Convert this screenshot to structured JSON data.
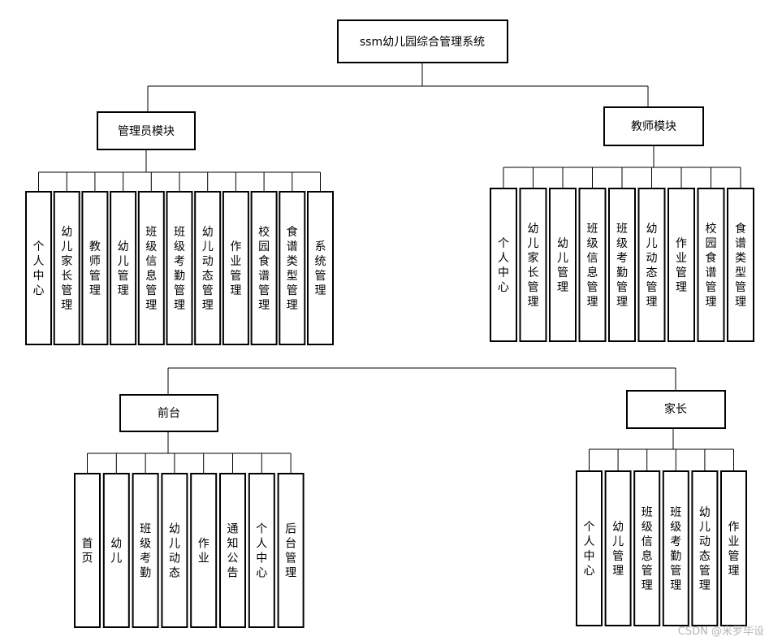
{
  "root": {
    "label": "ssm幼儿园综合管理系统"
  },
  "modules": {
    "admin": {
      "label": "管理员模块",
      "items": [
        "个人中心",
        "幼儿家长管理",
        "教师管理",
        "幼儿管理",
        "班级信息管理",
        "班级考勤管理",
        "幼儿动态管理",
        "作业管理",
        "校园食谱管理",
        "食谱类型管理",
        "系统管理"
      ]
    },
    "teacher": {
      "label": "教师模块",
      "items": [
        "个人中心",
        "幼儿家长管理",
        "幼儿管理",
        "班级信息管理",
        "班级考勤管理",
        "幼儿动态管理",
        "作业管理",
        "校园食谱管理",
        "食谱类型管理"
      ]
    },
    "frontend": {
      "label": "前台",
      "items": [
        "首页",
        "幼儿",
        "班级考勤",
        "幼儿动态",
        "作业",
        "通知公告",
        "个人中心",
        "后台管理"
      ]
    },
    "parent": {
      "label": "家长",
      "items": [
        "个人中心",
        "幼儿管理",
        "班级信息管理",
        "班级考勤管理",
        "幼儿动态管理",
        "作业管理"
      ]
    }
  },
  "watermark": "CSDN @米罗毕设"
}
